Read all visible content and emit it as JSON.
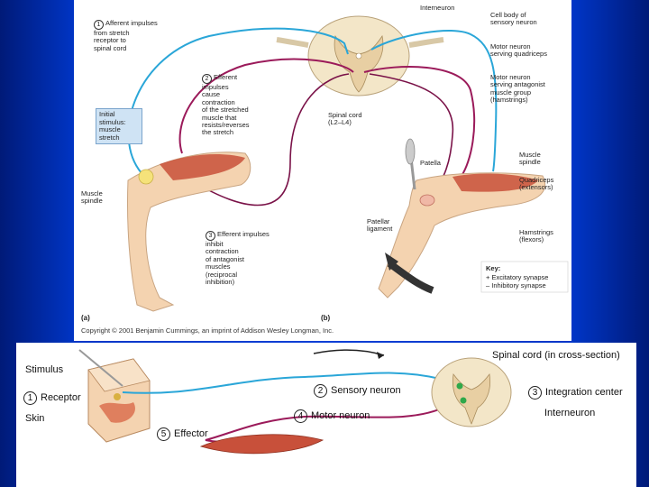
{
  "top_figure": {
    "labels": {
      "afferent": {
        "num": "1",
        "text": "Afferent impulses\nfrom stretch\nreceptor to\nspinal cord"
      },
      "efferent_contract": {
        "num": "2",
        "text": "Efferent\nimpulses\ncause\ncontraction\nof the stretched\nmuscle that\nresists/reverses\nthe stretch"
      },
      "efferent_inhibit": {
        "num": "3",
        "text": "Efferent impulses\ninhibit\ncontraction\nof antagonist\nmuscles\n(reciprocal\ninhibition)"
      },
      "initial_stimulus": "Initial\nstimulus:\nmuscle\nstretch",
      "interneuron": "Interneuron",
      "cell_body": "Cell body of\nsensory neuron",
      "motor_quad": "Motor neuron\nserving quadriceps",
      "motor_ham": "Motor neuron\nserving antagonist\nmuscle group\n(hamstrings)",
      "spinal_cord": "Spinal cord\n(L2–L4)",
      "patella": "Patella",
      "patellar_ligament": "Patellar\nligament",
      "muscle_spindle_left": "Muscle\nspindle",
      "muscle_spindle_right": "Muscle\nspindle",
      "quadriceps": "Quadriceps\n(extensors)",
      "hamstrings": "Hamstrings\n(flexors)",
      "key_title": "Key:",
      "key_excitatory": "+  Excitatory synapse",
      "key_inhibitory": "–  Inhibitory synapse",
      "panel_a": "(a)",
      "panel_b": "(b)"
    },
    "copyright": "Copyright © 2001 Benjamin Cummings, an imprint of Addison Wesley Longman, Inc."
  },
  "bottom_figure": {
    "stimulus": "Stimulus",
    "receptor": {
      "num": "1",
      "text": "Receptor"
    },
    "skin": "Skin",
    "sensory_neuron": {
      "num": "2",
      "text": "Sensory neuron"
    },
    "motor_neuron": {
      "num": "4",
      "text": "Motor neuron"
    },
    "effector": {
      "num": "5",
      "text": "Effector"
    },
    "spinal_cord": "Spinal cord (in cross-section)",
    "integration_center": {
      "num": "3",
      "text": "Integration center"
    },
    "interneuron": "Interneuron"
  },
  "colors": {
    "sensory": "#2aa6d8",
    "motor": "#9b1a5a",
    "background": "#0a3fd6",
    "muscle": "#c8503a",
    "skin": "#f4d3b0"
  }
}
